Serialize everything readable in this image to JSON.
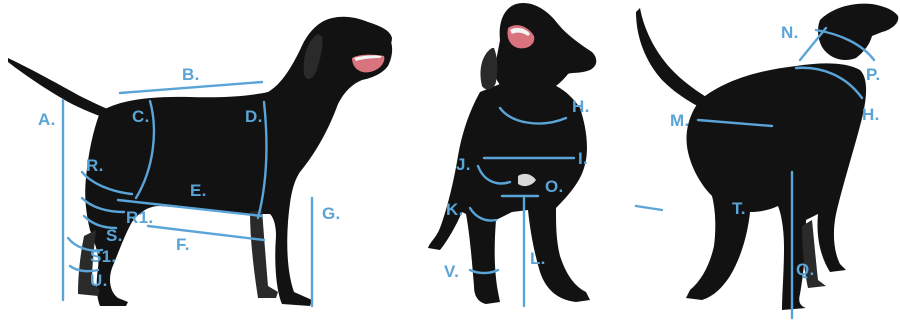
{
  "colors": {
    "measure_line": "#5aa4d8",
    "label_text": "#5aa4d8",
    "dog_fill": "#121212",
    "dog_shade": "#2a2a2a",
    "tongue": "#d9737d",
    "background": "#ffffff"
  },
  "figures": {
    "side_view": {
      "subject": "black labrador standing, side view"
    },
    "front_view": {
      "subject": "black labrador puppy, front view looking up"
    },
    "rear_view": {
      "subject": "black labrador, rear view with tail raised"
    }
  },
  "labels": {
    "A": "A.",
    "B": "B.",
    "C": "C.",
    "D": "D.",
    "E": "E.",
    "F": "F.",
    "G": "G.",
    "R": "R.",
    "R1": "R1.",
    "S": "S.",
    "S1": "S1.",
    "U": "U.",
    "H_front": "H.",
    "I": "I.",
    "J": "J.",
    "K": "K.",
    "O": "O.",
    "L": "L.",
    "V": "V.",
    "N": "N.",
    "P": "P.",
    "H_rear": "H.",
    "M": "M.",
    "T": "T.",
    "Q": "Q."
  }
}
